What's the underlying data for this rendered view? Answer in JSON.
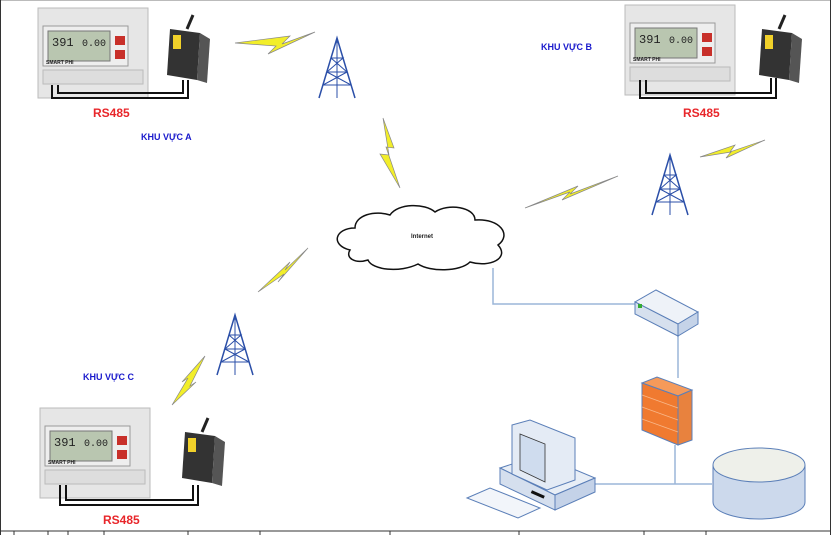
{
  "areas": [
    {
      "name": "KHU VỰC A",
      "bus_label": "RS485"
    },
    {
      "name": "KHU VỰC B",
      "bus_label": "RS485"
    },
    {
      "name": "KHU VỰC C",
      "bus_label": "RS485"
    }
  ],
  "cloud": {
    "label": "Internet"
  },
  "meter": {
    "display_left": "391",
    "display_right": "0.00",
    "brand": "SMART PHI"
  },
  "icons": [
    "energy-meter",
    "gsm-modem",
    "cell-tower",
    "lightning-signal",
    "internet-cloud",
    "router",
    "firewall",
    "computer",
    "keyboard",
    "database"
  ],
  "colors": {
    "rs485": "#e8262a",
    "area_label": "#1a1acc",
    "firewall": "#f07a30",
    "network_line": "#9bb5d8"
  }
}
